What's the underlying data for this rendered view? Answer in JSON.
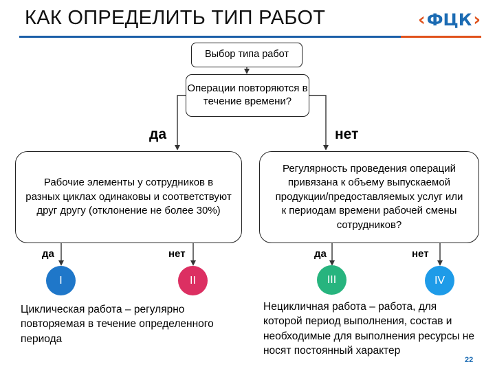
{
  "header": {
    "title": "КАК ОПРЕДЕЛИТЬ ТИП РАБОТ",
    "logo_text": "ФЦК"
  },
  "flow": {
    "start": "Выбор типа работ",
    "question": "Операции повторяются в течение времени?",
    "yes_label": "да",
    "no_label": "нет",
    "left_box": "Рабочие элементы у сотрудников в разных циклах одинаковы и соответствуют друг другу (отклонение не более 30%)",
    "right_box": "Регулярность проведения операций привязана к объему выпускаемой продукции/предоставляемых услуг или к периодам времени рабочей смены сотрудников?",
    "left_yes": "да",
    "left_no": "нет",
    "right_yes": "да",
    "right_no": "нет",
    "types": [
      {
        "label": "I",
        "color": "#1f77c9"
      },
      {
        "label": "II",
        "color": "#dc2f62"
      },
      {
        "label": "III",
        "color": "#27b47e"
      },
      {
        "label": "IV",
        "color": "#1e9be8"
      }
    ]
  },
  "descriptions": {
    "cyclic": "Циклическая работа – регулярно повторяемая в течение определенного периода",
    "noncyclic": "Нецикличная работа – работа, для которой период выполнения, состав и необходимые для выполнения ресурсы не носят постоянный характер"
  },
  "page_number": "22"
}
